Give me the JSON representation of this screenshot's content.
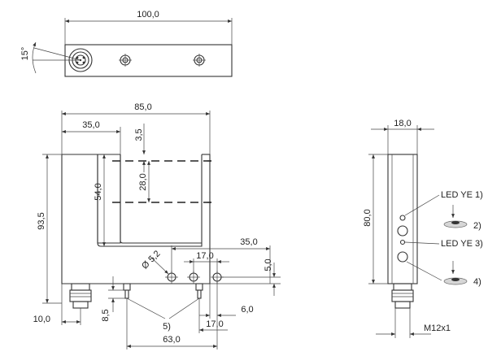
{
  "dims": {
    "top_width": "100,0",
    "angle": "15°",
    "main_width": "85,0",
    "left_offset": "35,0",
    "slot_top": "3,5",
    "slot_depth": "54,0",
    "slot_inner": "28,0",
    "total_height": "93,5",
    "hole_offset": "35,0",
    "hole_diameter": "Ø 5,2",
    "hole_spacing": "17,0",
    "hole_vertical": "5,0",
    "bottom_left": "10,0",
    "pin_height": "8,5",
    "right_gap": "6,0",
    "bottom_hole": "17,0",
    "bottom_width": "63,0",
    "side_width": "18,0",
    "side_height": "80,0",
    "connector": "M12x1"
  },
  "labels": {
    "note5": "5)",
    "led1": "LED YE 1)",
    "icon2": "2)",
    "led3": "LED YE 3)",
    "icon4": "4)"
  },
  "colors": {
    "line": "#333333",
    "text": "#222222",
    "background": "#ffffff"
  }
}
